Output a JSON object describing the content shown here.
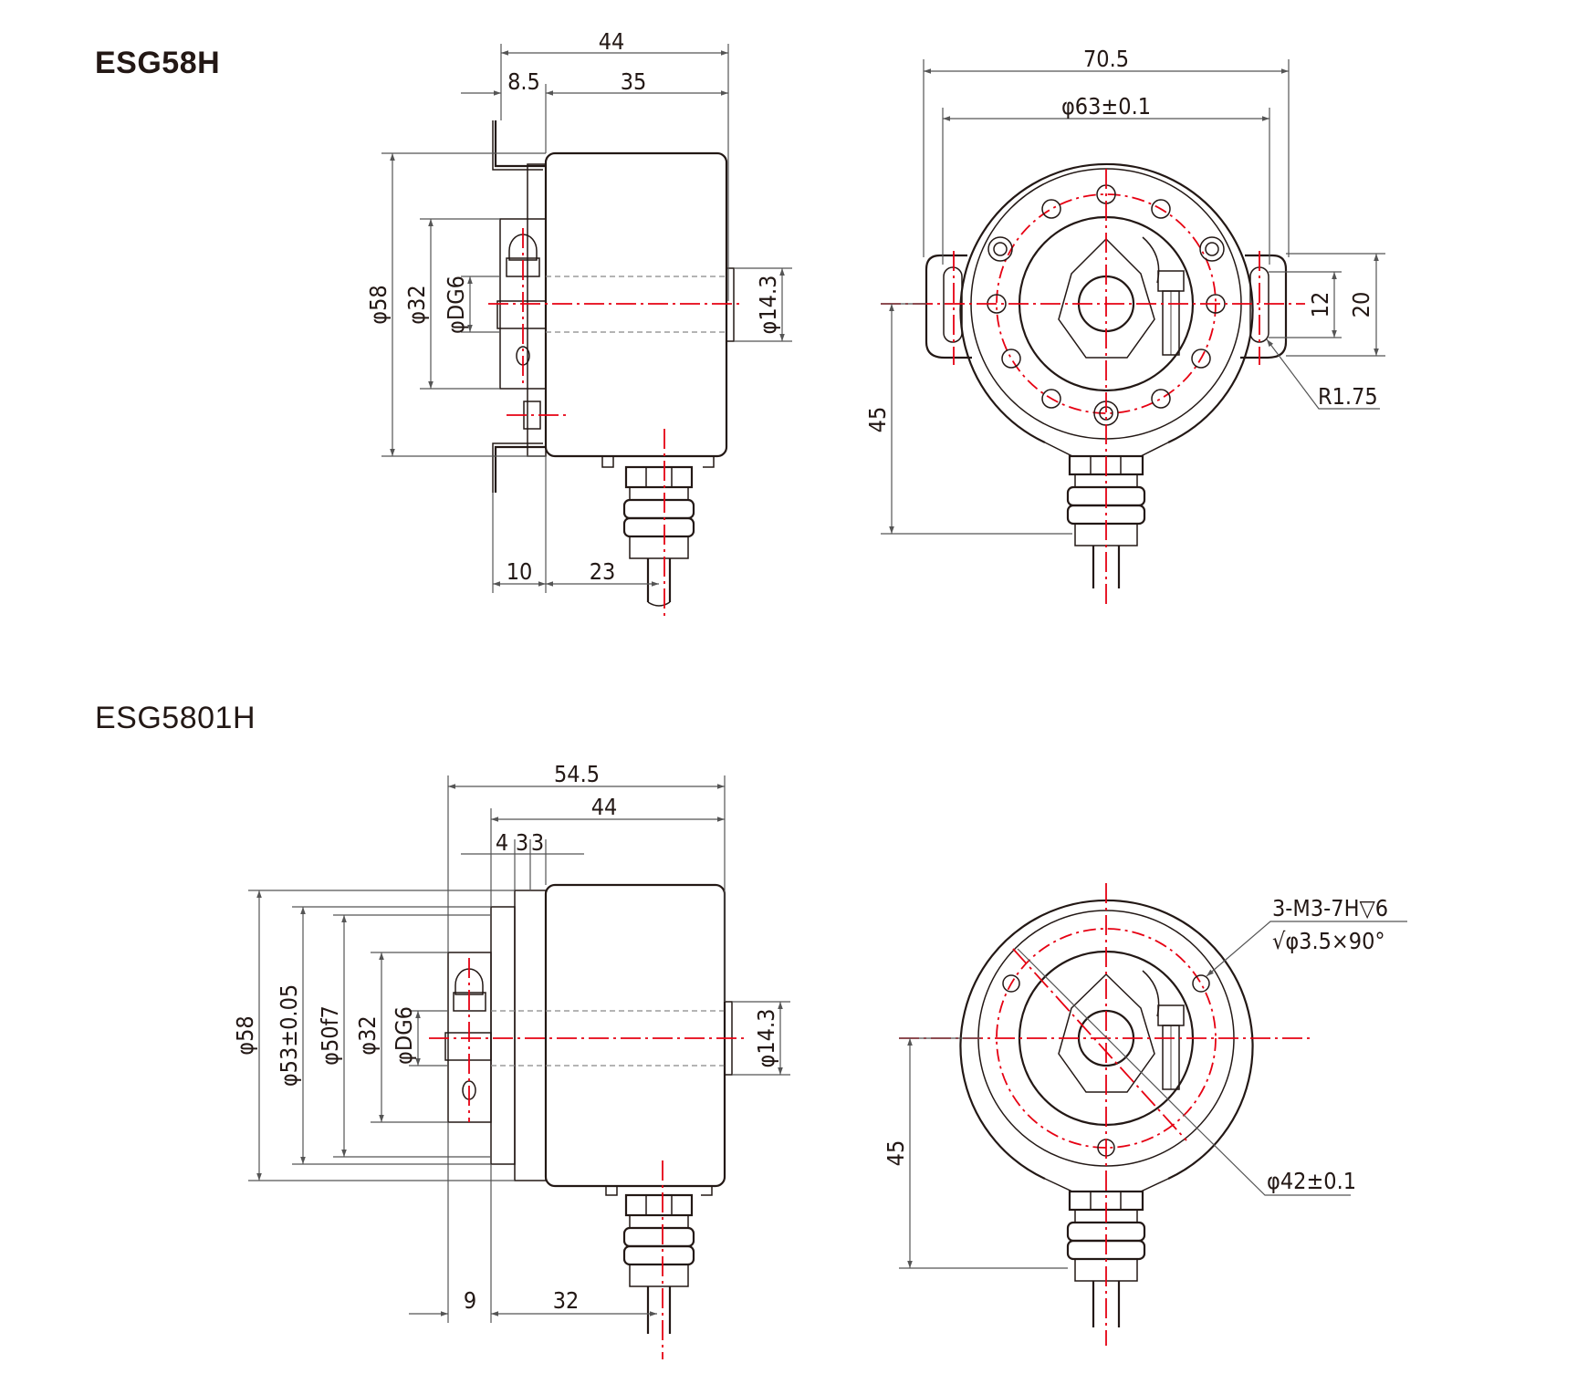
{
  "models": [
    {
      "title": "ESG58H",
      "side": {
        "d44": "44",
        "d85": "8.5",
        "d35": "35",
        "d58": "φ58",
        "d32": "φ32",
        "dDG6": "φDG6",
        "d143": "φ14.3",
        "d10": "10",
        "d23": "23"
      },
      "front": {
        "d705": "70.5",
        "d63": "φ63±0.1",
        "d12": "12",
        "d20": "20",
        "dR": "R1.75",
        "d45": "45"
      }
    },
    {
      "title": "ESG5801H",
      "side": {
        "d545": "54.5",
        "d44": "44",
        "d4": "4",
        "d3a": "3",
        "d3b": "3",
        "d58": "φ58",
        "d53": "φ53±0.05",
        "d50": "φ50f7",
        "d32": "φ32",
        "dDG6": "φDG6",
        "d143": "φ14.3",
        "d9": "9",
        "d32b": "32"
      },
      "front": {
        "thread": "3-M3-7H▽6",
        "csk": "√φ3.5×90°",
        "d42": "φ42±0.1",
        "d45": "45"
      }
    }
  ],
  "colors": {
    "line": "#231815",
    "center": "#e60012",
    "dimension": "#555555"
  }
}
